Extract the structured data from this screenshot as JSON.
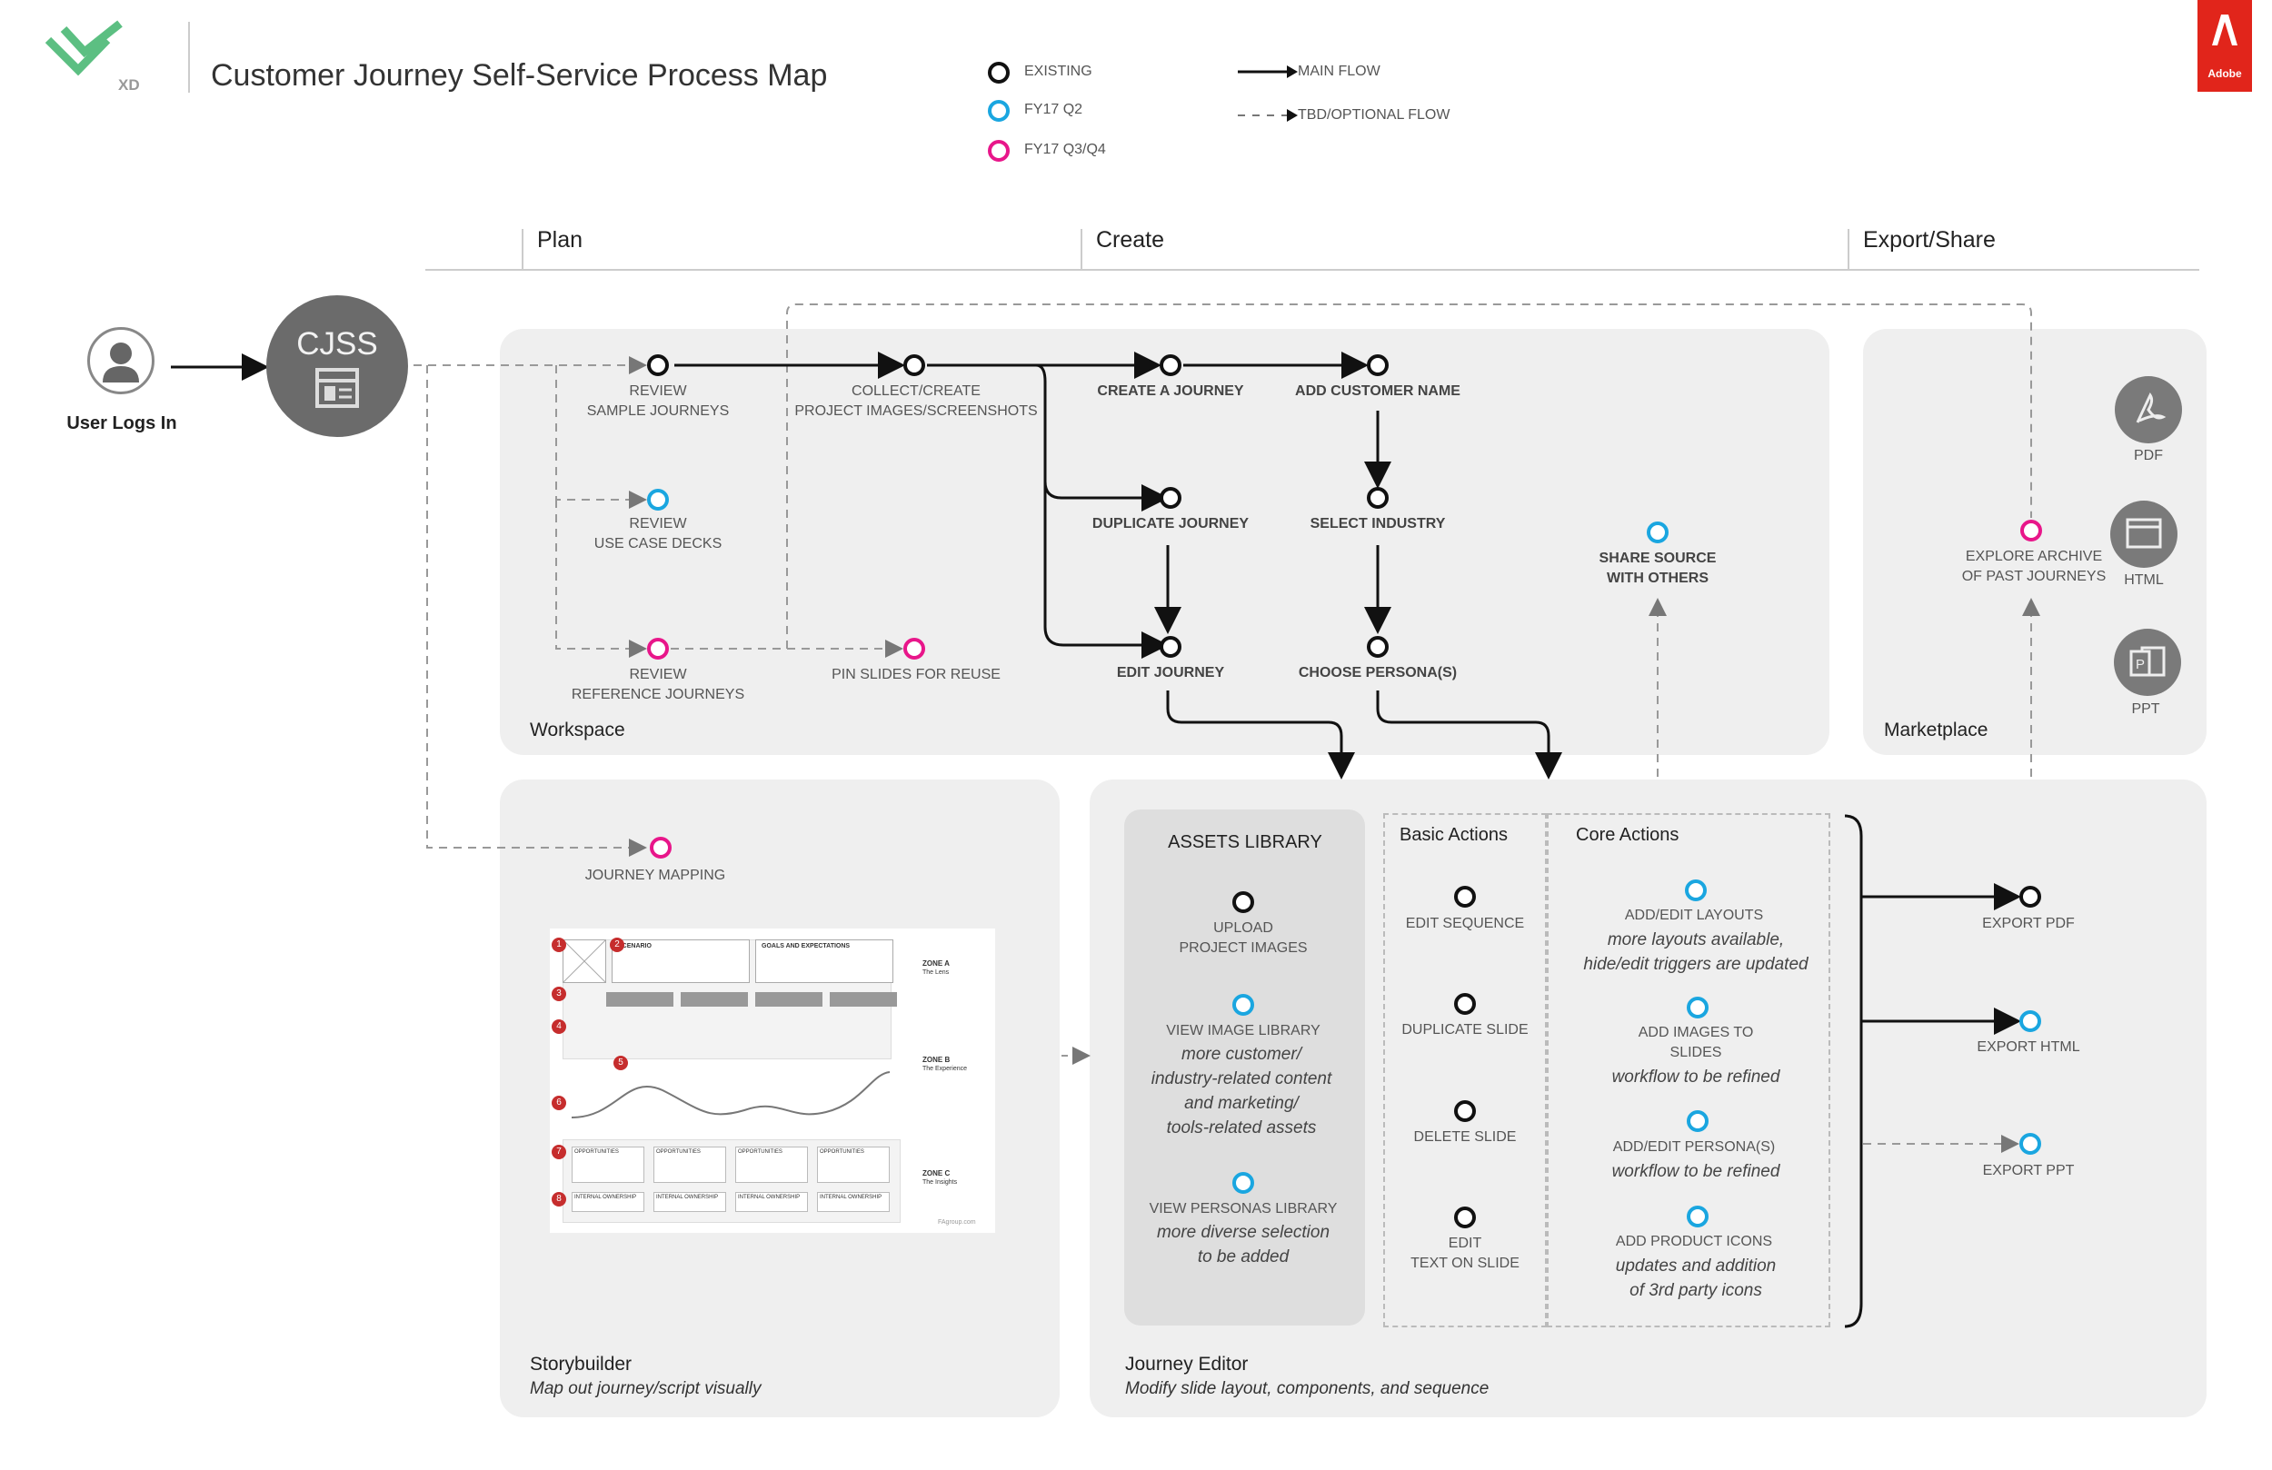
{
  "header": {
    "logo_text": "XD",
    "title": "Customer Journey Self-Service Process Map",
    "brand_logo_text": "Adobe"
  },
  "legend": {
    "existing": "EXISTING",
    "fy17_q2": "FY17 Q2",
    "fy17_q3q4": "FY17 Q3/Q4",
    "main_flow": "MAIN FLOW",
    "optional_flow": "TBD/OPTIONAL FLOW"
  },
  "phases": {
    "plan": "Plan",
    "create": "Create",
    "export": "Export/Share"
  },
  "start": {
    "user": "User Logs In",
    "cjss": "CJSS"
  },
  "workspace": {
    "title": "Workspace",
    "review_samples_1": "REVIEW",
    "review_samples_2": "SAMPLE JOURNEYS",
    "review_usecase_1": "REVIEW",
    "review_usecase_2": "USE CASE DECKS",
    "review_reference_1": "REVIEW",
    "review_reference_2": "REFERENCE JOURNEYS",
    "collect_1": "COLLECT/CREATE",
    "collect_2": "PROJECT IMAGES/SCREENSHOTS",
    "pin_slides": "PIN SLIDES FOR REUSE",
    "create_journey": "CREATE A JOURNEY",
    "add_customer": "ADD CUSTOMER NAME",
    "duplicate_journey": "DUPLICATE JOURNEY",
    "select_industry": "SELECT INDUSTRY",
    "edit_journey": "EDIT JOURNEY",
    "choose_persona": "CHOOSE PERSONA(S)",
    "share_1": "SHARE SOURCE",
    "share_2": "WITH OTHERS"
  },
  "marketplace": {
    "title": "Marketplace",
    "explore_1": "EXPLORE ARCHIVE",
    "explore_2": "OF PAST JOURNEYS",
    "pdf": "PDF",
    "html": "HTML",
    "ppt": "PPT"
  },
  "storybuilder": {
    "title": "Storybuilder",
    "subtitle": "Map out journey/script visually",
    "journey_mapping": "JOURNEY MAPPING",
    "thumb": {
      "scenario": "SCENARIO",
      "goals": "GOALS AND EXPECTATIONS",
      "zone_a": "ZONE A",
      "zone_a_sub": "The Lens",
      "zone_b": "ZONE B",
      "zone_b_sub": "The Experience",
      "zone_c": "ZONE C",
      "zone_c_sub": "The Insights",
      "opportunities": "OPPORTUNITIES",
      "internal": "INTERNAL OWNERSHIP",
      "footer": "FAgroup.com",
      "badges": [
        "1",
        "2",
        "3",
        "4",
        "5",
        "6",
        "7",
        "8"
      ]
    }
  },
  "editor": {
    "title": "Journey Editor",
    "subtitle": "Modify slide layout, components, and sequence",
    "assets": {
      "heading": "ASSETS LIBRARY",
      "upload_1": "UPLOAD",
      "upload_2": "PROJECT IMAGES",
      "view_images": "VIEW IMAGE LIBRARY",
      "view_images_note": [
        "more customer/",
        "industry-related content",
        "and marketing/",
        "tools-related assets"
      ],
      "view_personas": "VIEW PERSONAS LIBRARY",
      "view_personas_note": [
        "more diverse selection",
        "to be added"
      ]
    },
    "basic": {
      "heading": "Basic Actions",
      "edit_sequence": "EDIT SEQUENCE",
      "duplicate_slide": "DUPLICATE SLIDE",
      "delete_slide": "DELETE SLIDE",
      "edit_text_1": "EDIT",
      "edit_text_2": "TEXT ON SLIDE"
    },
    "core": {
      "heading": "Core Actions",
      "layouts": "ADD/EDIT LAYOUTS",
      "layouts_note": [
        "more layouts available,",
        "hide/edit triggers are updated"
      ],
      "images_1": "ADD IMAGES TO",
      "images_2": "SLIDES",
      "images_note": "workflow to be refined",
      "personas": "ADD/EDIT PERSONA(S)",
      "personas_note": "workflow to be refined",
      "icons": "ADD PRODUCT ICONS",
      "icons_note": [
        "updates and addition",
        "of 3rd party icons"
      ]
    }
  },
  "export": {
    "pdf": "EXPORT PDF",
    "html": "EXPORT HTML",
    "ppt": "EXPORT PPT"
  },
  "colors": {
    "existing": "#111111",
    "fy17_q2": "#1aa6e0",
    "fy17_q3q4": "#e8168a",
    "logo_green": "#5cbf82",
    "adobe_red": "#e1251b",
    "panel": "#efefef"
  }
}
